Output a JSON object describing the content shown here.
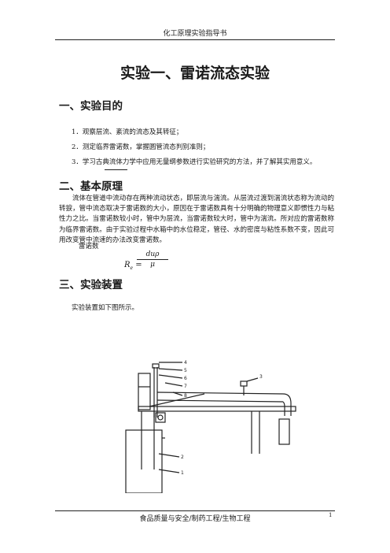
{
  "header": {
    "running_title": "化工原理实验指导书"
  },
  "title": "实验一、雷诺流态实验",
  "sections": {
    "s1": {
      "heading": "一、实验目的",
      "items": [
        "1．观察层流、紊流的流态及其转征；",
        "2．测定临界雷诺数，掌握圆管流态判别准则；",
        "3．学习古典流体力学中应用无量纲参数进行实验研究的方法，并了解其实用意义。"
      ]
    },
    "s2": {
      "heading": "二、基本原理",
      "paragraph": "流体在管道中流动存在两种流动状态，即层流与湍流。从层流过渡到湍流状态称为流动的转捩，管中流态取决于雷诺数的大小，原因在于雷诺数具有十分明确的物理意义即惯性力与粘性力之比。当雷诺数较小时，管中为层流，当雷诺数较大时，管中为湍流。所对应的雷诺数称为临界雷诺数。由于实验过程中水箱中的水位稳定，管径、水的密度与粘性系数不变，因此可用改变管中流速的办法改变雷诺数。",
      "formula_label": "雷诺数",
      "formula_lhs": "R",
      "formula_lhs_sub": "e",
      "formula_num": "duρ",
      "formula_den": "μ"
    },
    "s3": {
      "heading": "三、实验装置",
      "intro": "实验装置如下图所示。"
    }
  },
  "figure": {
    "callouts": [
      "4",
      "5",
      "6",
      "7",
      "8",
      "3",
      "2",
      "1"
    ]
  },
  "footer": {
    "text": "食品质量与安全/制药工程/生物工程",
    "page_number": "1"
  }
}
